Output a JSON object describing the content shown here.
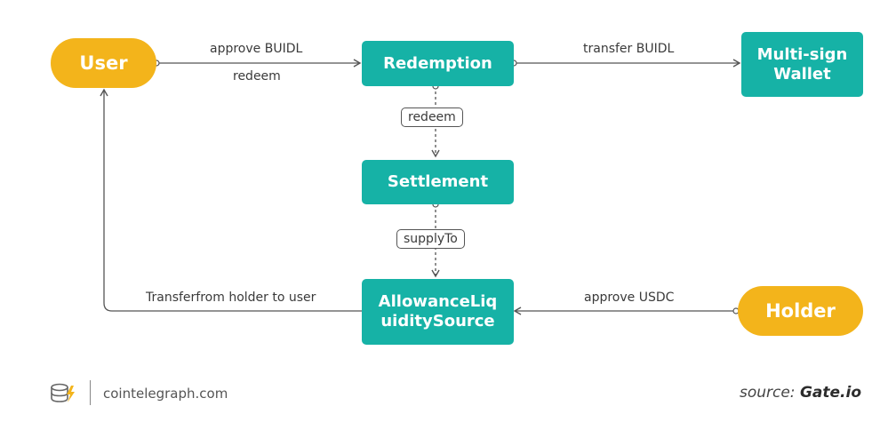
{
  "nodes": {
    "user": "User",
    "redemption": "Redemption",
    "wallet_line1": "Multi-sign",
    "wallet_line2": "Wallet",
    "settlement": "Settlement",
    "allowance_line1": "AllowanceLiq",
    "allowance_line2": "uiditySource",
    "holder": "Holder"
  },
  "edges": {
    "approve_buidl": "approve BUIDL",
    "redeem_top": "redeem",
    "transfer_buidl": "transfer BUIDL",
    "redeem_box": "redeem",
    "supply_to": "supplyTo",
    "transferfrom": "Transferfrom holder to user",
    "approve_usdc": "approve USDC"
  },
  "footer": {
    "site": "cointelegraph.com",
    "source_prefix": "source:",
    "source_name": "Gate.io"
  },
  "colors": {
    "teal": "#16b2a6",
    "yellow": "#f3b41b",
    "line": "#555555"
  }
}
